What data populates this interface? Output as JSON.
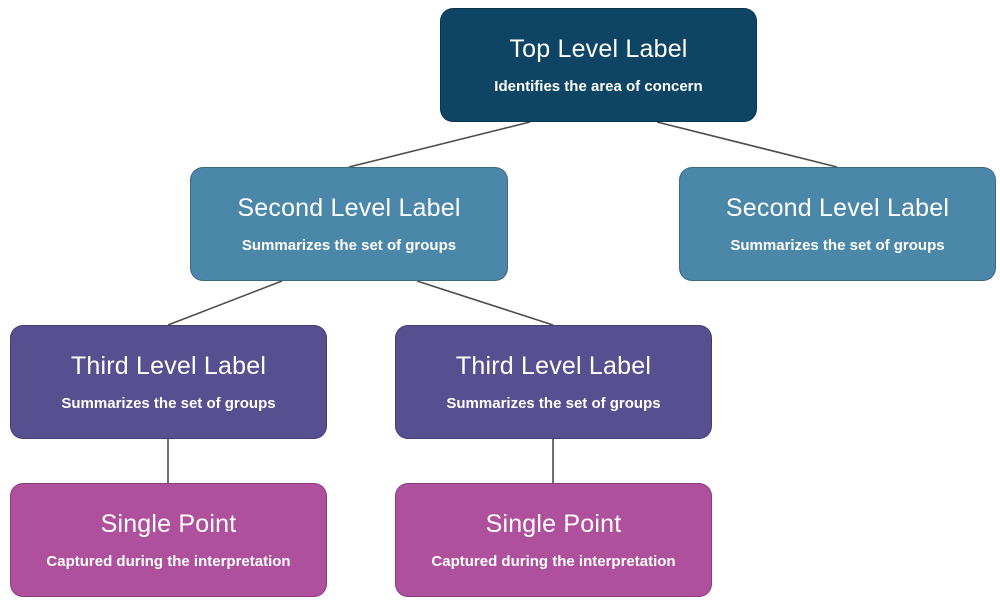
{
  "diagram": {
    "background_color": "#ffffff",
    "connector_color": "#4d4d4d",
    "text_color": "#ffffff",
    "nodes": [
      {
        "id": "top",
        "label": "Top Level Label",
        "sublabel": "Identifies the area of concern",
        "color": "#0e4464"
      },
      {
        "id": "second-left",
        "label": "Second Level Label",
        "sublabel": "Summarizes the set of groups",
        "color": "#4b87a9"
      },
      {
        "id": "second-right",
        "label": "Second Level Label",
        "sublabel": "Summarizes the set of groups",
        "color": "#4b87a9"
      },
      {
        "id": "third-left",
        "label": "Third Level Label",
        "sublabel": "Summarizes the set of groups",
        "color": "#564f90"
      },
      {
        "id": "third-right",
        "label": "Third Level Label",
        "sublabel": "Summarizes the set of groups",
        "color": "#564f90"
      },
      {
        "id": "single-left",
        "label": "Single Point",
        "sublabel": "Captured during the interpretation",
        "color": "#af509c"
      },
      {
        "id": "single-right",
        "label": "Single Point",
        "sublabel": "Captured during the interpretation",
        "color": "#af509c"
      }
    ]
  }
}
